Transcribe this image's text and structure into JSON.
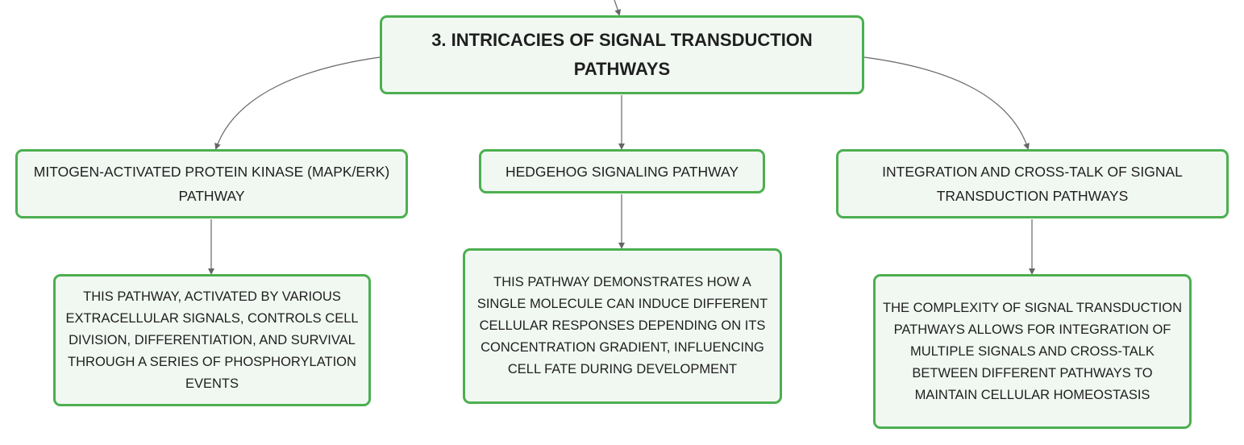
{
  "diagram": {
    "root": {
      "label": "3. INTRICACIES OF SIGNAL TRANSDUCTION PATHWAYS"
    },
    "branches": [
      {
        "label": "MITOGEN-ACTIVATED PROTEIN KINASE (MAPK/ERK) PATHWAY",
        "detail": "THIS PATHWAY, ACTIVATED BY VARIOUS EXTRACELLULAR SIGNALS, CONTROLS CELL DIVISION, DIFFERENTIATION, AND SURVIVAL THROUGH A SERIES OF PHOSPHORYLATION EVENTS"
      },
      {
        "label": "HEDGEHOG SIGNALING PATHWAY",
        "detail": "THIS PATHWAY DEMONSTRATES HOW A SINGLE MOLECULE CAN INDUCE DIFFERENT CELLULAR RESPONSES DEPENDING ON ITS CONCENTRATION GRADIENT, INFLUENCING CELL FATE DURING DEVELOPMENT"
      },
      {
        "label": "INTEGRATION AND CROSS-TALK OF SIGNAL TRANSDUCTION PATHWAYS",
        "detail": "THE COMPLEXITY OF SIGNAL TRANSDUCTION PATHWAYS ALLOWS FOR INTEGRATION OF MULTIPLE SIGNALS AND CROSS-TALK BETWEEN DIFFERENT PATHWAYS TO MAINTAIN CELLULAR HOMEOSTASIS"
      }
    ]
  },
  "colors": {
    "node_border": "#4caf50",
    "node_fill": "#f1f8f2",
    "connector": "#666666"
  }
}
